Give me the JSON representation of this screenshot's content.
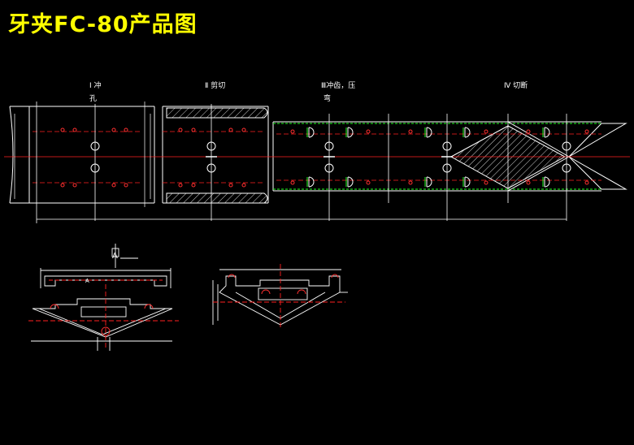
{
  "title": "牙夹FC-80产品图",
  "stations": [
    {
      "label": "Ⅰ 冲",
      "label2": "孔"
    },
    {
      "label": "Ⅱ 剪切",
      "label2": ""
    },
    {
      "label": "Ⅲ冲齿，压",
      "label2": "弯"
    },
    {
      "label": "Ⅳ 切断",
      "label2": ""
    }
  ],
  "section_marker": "A",
  "section_marker_b": "A",
  "colors": {
    "background": "#000000",
    "title": "#ffff00",
    "centerline": "#ff2020",
    "outline": "#ffffff",
    "hatch": "#ffffff",
    "hole": "#ff3030",
    "bend_line": "#20ff20",
    "dimension": "#ffffff"
  }
}
